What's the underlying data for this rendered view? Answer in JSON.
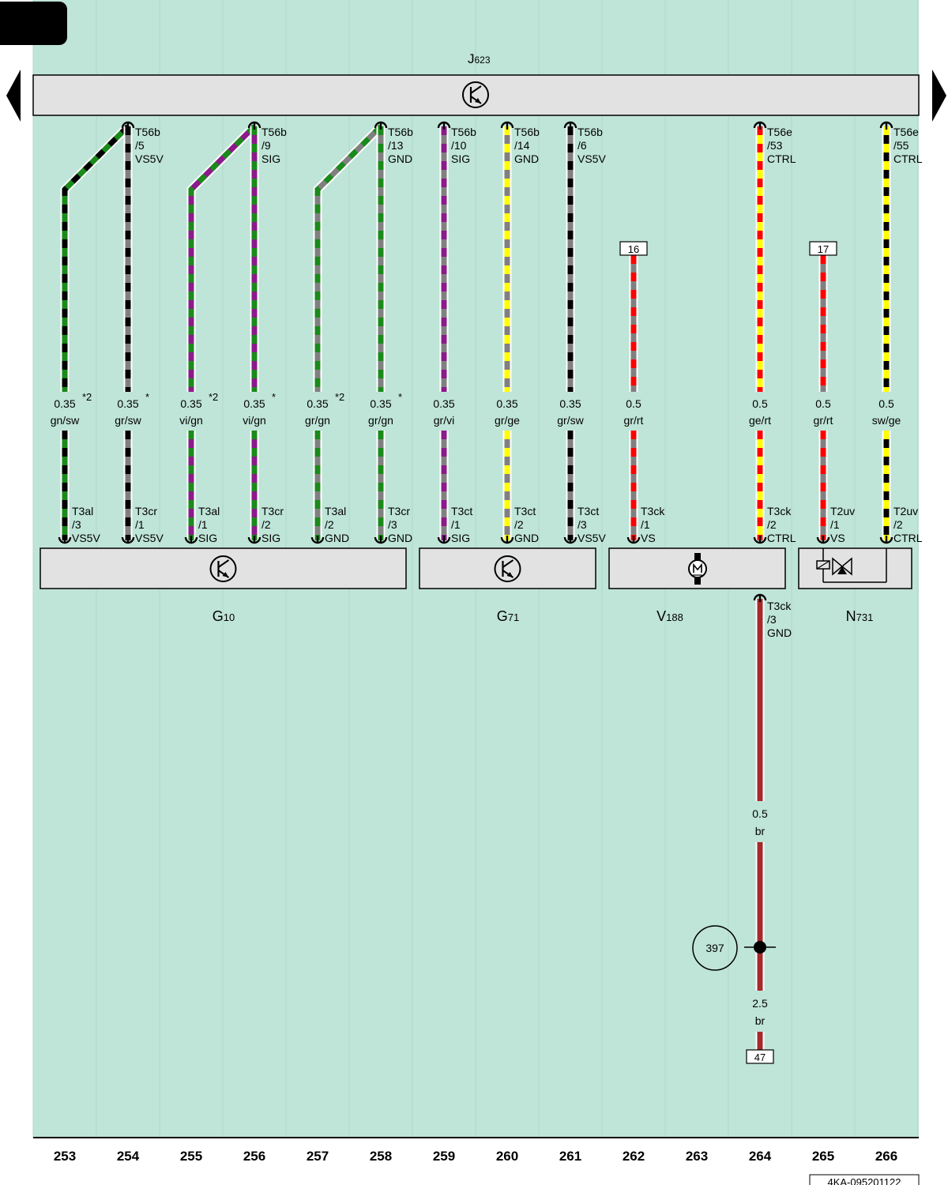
{
  "colors": {
    "background": "#bfe4d8",
    "component_fill": "#e2e2e2",
    "gn": "#1a8a1a",
    "sw": "#000000",
    "gr": "#808080",
    "vi": "#8b1a8b",
    "ge": "#ffff00",
    "rt": "#ff0000",
    "br": "#a52a2a"
  },
  "icons": {
    "control_unit": "transistor-symbol-icon",
    "motor": "motor-symbol-icon",
    "valve": "solenoid-valve-symbol-icon",
    "nav_prev": "triangle-left-icon",
    "nav_next": "triangle-right-icon"
  },
  "top_unit": {
    "name": "J",
    "sub": "623"
  },
  "components": [
    {
      "id": "G10",
      "name": "G",
      "sub": "10"
    },
    {
      "id": "G71",
      "name": "G",
      "sub": "71"
    },
    {
      "id": "V188",
      "name": "V",
      "sub": "188"
    },
    {
      "id": "N731",
      "name": "N",
      "sub": "731"
    }
  ],
  "wires": [
    {
      "col": 253,
      "colors": [
        "gn",
        "sw"
      ],
      "size": "0.35",
      "code": "gn/sw",
      "note": "*2",
      "top": [
        "",
        "",
        ""
      ],
      "bottom": [
        "T3al",
        "/3",
        "VS5V"
      ],
      "dogleg_to": 254
    },
    {
      "col": 254,
      "colors": [
        "gr",
        "sw"
      ],
      "size": "0.35",
      "code": "gr/sw",
      "note": "*",
      "top": [
        "T56b",
        "/5",
        "VS5V"
      ],
      "bottom": [
        "T3cr",
        "/1",
        "VS5V"
      ]
    },
    {
      "col": 255,
      "colors": [
        "vi",
        "gn"
      ],
      "size": "0.35",
      "code": "vi/gn",
      "note": "*2",
      "top": [
        "",
        "",
        ""
      ],
      "bottom": [
        "T3al",
        "/1",
        "SIG"
      ],
      "dogleg_to": 256
    },
    {
      "col": 256,
      "colors": [
        "vi",
        "gn"
      ],
      "size": "0.35",
      "code": "vi/gn",
      "note": "*",
      "top": [
        "T56b",
        "/9",
        "SIG"
      ],
      "bottom": [
        "T3cr",
        "/2",
        "SIG"
      ]
    },
    {
      "col": 257,
      "colors": [
        "gr",
        "gn"
      ],
      "size": "0.35",
      "code": "gr/gn",
      "note": "*2",
      "top": [
        "",
        "",
        ""
      ],
      "bottom": [
        "T3al",
        "/2",
        "GND"
      ],
      "dogleg_to": 258
    },
    {
      "col": 258,
      "colors": [
        "gr",
        "gn"
      ],
      "size": "0.35",
      "code": "gr/gn",
      "note": "*",
      "top": [
        "T56b",
        "/13",
        "GND"
      ],
      "bottom": [
        "T3cr",
        "/3",
        "GND"
      ]
    },
    {
      "col": 259,
      "colors": [
        "gr",
        "vi"
      ],
      "size": "0.35",
      "code": "gr/vi",
      "note": "",
      "top": [
        "T56b",
        "/10",
        "SIG"
      ],
      "bottom": [
        "T3ct",
        "/1",
        "SIG"
      ]
    },
    {
      "col": 260,
      "colors": [
        "gr",
        "ge"
      ],
      "size": "0.35",
      "code": "gr/ge",
      "note": "",
      "top": [
        "T56b",
        "/14",
        "GND"
      ],
      "bottom": [
        "T3ct",
        "/2",
        "GND"
      ]
    },
    {
      "col": 261,
      "colors": [
        "gr",
        "sw"
      ],
      "size": "0.35",
      "code": "gr/sw",
      "note": "",
      "top": [
        "T56b",
        "/6",
        "VS5V"
      ],
      "bottom": [
        "T3ct",
        "/3",
        "VS5V"
      ]
    },
    {
      "col": 262,
      "colors": [
        "gr",
        "rt"
      ],
      "size": "0.5",
      "code": "gr/rt",
      "note": "",
      "top_ref": "16",
      "bottom": [
        "T3ck",
        "/1",
        "VS"
      ]
    },
    {
      "col": 264,
      "colors": [
        "ge",
        "rt"
      ],
      "size": "0.5",
      "code": "ge/rt",
      "note": "",
      "top": [
        "T56e",
        "/53",
        "CTRL"
      ],
      "bottom": [
        "T3ck",
        "/2",
        "CTRL"
      ]
    },
    {
      "col": 265,
      "colors": [
        "gr",
        "rt"
      ],
      "size": "0.5",
      "code": "gr/rt",
      "note": "",
      "top_ref": "17",
      "bottom": [
        "T2uv",
        "/1",
        "VS"
      ]
    },
    {
      "col": 266,
      "colors": [
        "sw",
        "ge"
      ],
      "size": "0.5",
      "code": "sw/ge",
      "note": "",
      "top": [
        "T56e",
        "/55",
        "CTRL"
      ],
      "bottom": [
        "T2uv",
        "/2",
        "CTRL"
      ]
    }
  ],
  "ground_wire": {
    "col": 264,
    "connector": [
      "T3ck",
      "/3",
      "GND"
    ],
    "segment1": {
      "size": "0.5",
      "code": "br"
    },
    "junction": "397",
    "segment2": {
      "size": "2.5",
      "code": "br"
    },
    "ref": "47"
  },
  "columns": [
    "253",
    "254",
    "255",
    "256",
    "257",
    "258",
    "259",
    "260",
    "261",
    "262",
    "263",
    "264",
    "265",
    "266"
  ],
  "doc_id": "4KA-095201122"
}
